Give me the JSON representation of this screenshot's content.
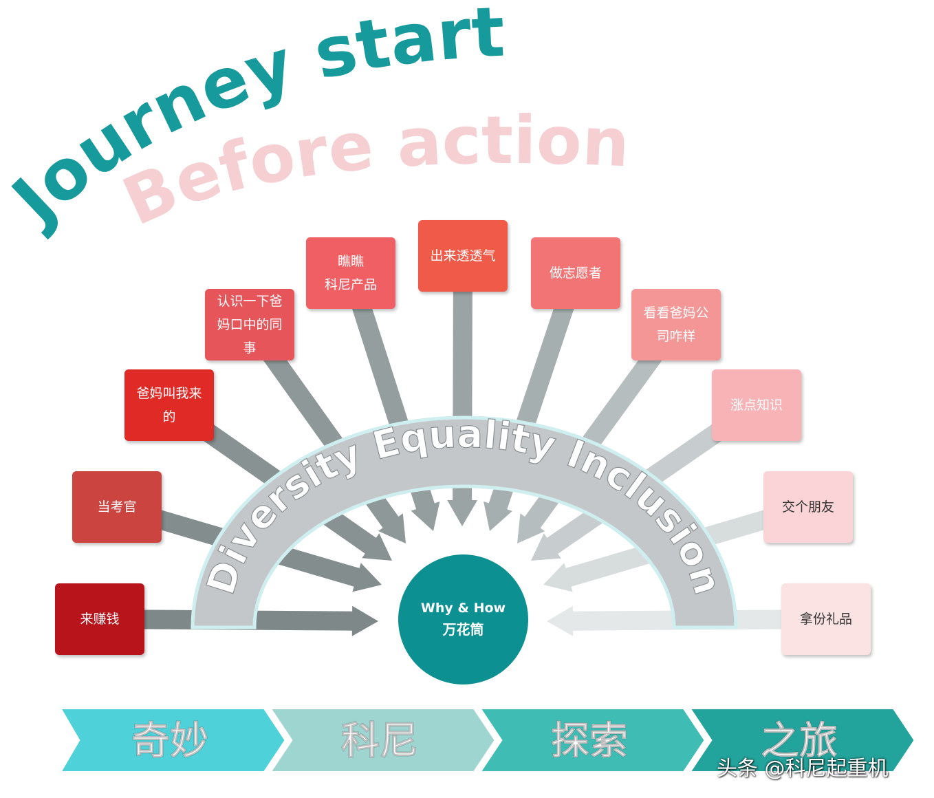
{
  "title_line1": "Journey starts",
  "title_line2": "Before action",
  "arc_text": "Diversity Equality Inclusion",
  "center": {
    "en": "Why & How",
    "cn": "万花筒"
  },
  "boxes": [
    {
      "id": "earn-money",
      "lines": [
        "来赚钱"
      ],
      "color": "#b8141c"
    },
    {
      "id": "be-examiner",
      "lines": [
        "当考官"
      ],
      "color": "#cc4440"
    },
    {
      "id": "parents-sent-me",
      "lines": [
        "爸妈叫我来",
        "的"
      ],
      "color": "#e02a26"
    },
    {
      "id": "meet-colleagues",
      "lines": [
        "认识一下爸",
        "妈口中的同",
        "事"
      ],
      "color": "#e5555a"
    },
    {
      "id": "see-products",
      "lines": [
        "瞧瞧",
        "科尼产品"
      ],
      "color": "#ef5f63"
    },
    {
      "id": "get-fresh-air",
      "lines": [
        "出来透透气"
      ],
      "color": "#f05a48"
    },
    {
      "id": "volunteer",
      "lines": [
        "做志愿者"
      ],
      "color": "#f27474"
    },
    {
      "id": "visit-company",
      "lines": [
        "看看爸妈公",
        "司咋样"
      ],
      "color": "#f49696"
    },
    {
      "id": "learn-knowledge",
      "lines": [
        "涨点知识"
      ],
      "color": "#f7b3b6"
    },
    {
      "id": "make-friends",
      "lines": [
        "交个朋友"
      ],
      "color": "#fad4d6"
    },
    {
      "id": "take-gift",
      "lines": [
        "拿份礼品"
      ],
      "color": "#fbe3e4"
    }
  ],
  "chevrons": [
    {
      "label": "奇妙",
      "color": "#4fd1d9"
    },
    {
      "label": "科尼",
      "color": "#9ed5d1"
    },
    {
      "label": "探索",
      "color": "#3fbdb5"
    },
    {
      "label": "之旅",
      "color": "#22a39b"
    }
  ],
  "watermark": "头条 @科尼起重机",
  "colors": {
    "teal": "#169a9b",
    "pink": "#f6cfd2",
    "arrow_dark": "#7f8a8c",
    "arrow_light": "#e6eaea",
    "arc_fill": "#c4c7c9",
    "arc_outline": "#cfeef0"
  }
}
